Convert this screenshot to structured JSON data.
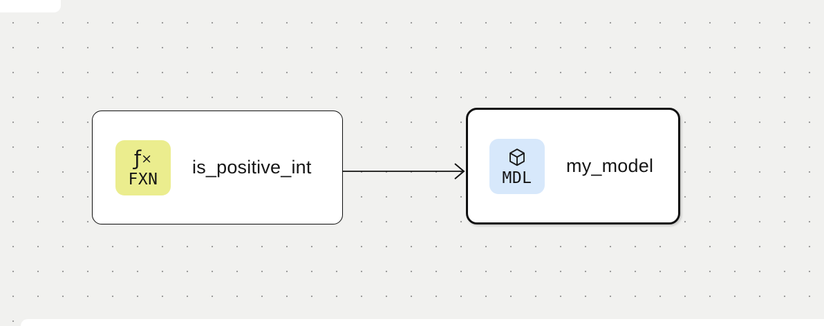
{
  "diagram": {
    "background": {
      "color": "#f1f1ef",
      "dot_color": "#9c9c9c",
      "page_color": "#ffffff"
    },
    "nodes": [
      {
        "label": "is_positive_int",
        "type_abbr": "FXN",
        "badge_color": "#ebed8e",
        "icon": "function-icon",
        "icon_f": "ƒ",
        "icon_x": "×",
        "selected": false
      },
      {
        "label": "my_model",
        "type_abbr": "MDL",
        "badge_color": "#d7e8fb",
        "icon": "cube-icon",
        "selected": true
      }
    ],
    "edge": {
      "from": "is_positive_int",
      "to": "my_model",
      "color": "#111111"
    }
  }
}
